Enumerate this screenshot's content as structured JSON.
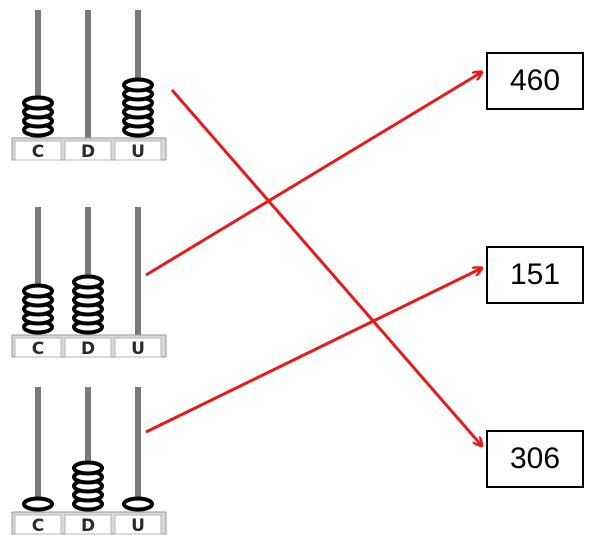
{
  "abacuses": [
    {
      "beads": {
        "C": 4,
        "D": 0,
        "U": 6
      },
      "labels": [
        "C",
        "D",
        "U"
      ]
    },
    {
      "beads": {
        "C": 5,
        "D": 6,
        "U": 0
      },
      "labels": [
        "C",
        "D",
        "U"
      ]
    },
    {
      "beads": {
        "C": 1,
        "D": 5,
        "U": 1
      },
      "labels": [
        "C",
        "D",
        "U"
      ]
    }
  ],
  "numbers": [
    "460",
    "151",
    "306"
  ],
  "links": [
    {
      "from_abacus": 0,
      "to_number": 2
    },
    {
      "from_abacus": 1,
      "to_number": 0
    },
    {
      "from_abacus": 2,
      "to_number": 1
    }
  ],
  "colors": {
    "arrow": "#e8191b",
    "rod": "#7a7a7a",
    "bead": "#000000",
    "base": "#d9d9d9"
  }
}
